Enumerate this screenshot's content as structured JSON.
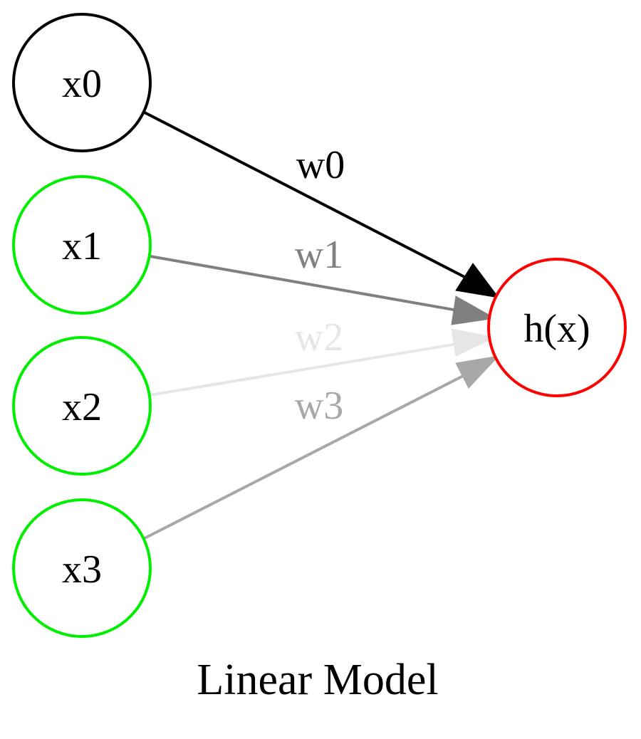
{
  "caption": "Linear Model",
  "nodes": {
    "x0": {
      "label": "x0",
      "stroke": "#000000"
    },
    "x1": {
      "label": "x1",
      "stroke": "#00ee00"
    },
    "x2": {
      "label": "x2",
      "stroke": "#00ee00"
    },
    "x3": {
      "label": "x3",
      "stroke": "#00ee00"
    },
    "h": {
      "label": "h(x)",
      "stroke": "#ff0000"
    }
  },
  "edges": {
    "w0": {
      "from": "x0",
      "to": "h(x)",
      "label": "w0",
      "color": "#000000"
    },
    "w1": {
      "from": "x1",
      "to": "h(x)",
      "label": "w1",
      "color": "#808080"
    },
    "w2": {
      "from": "x2",
      "to": "h(x)",
      "label": "w2",
      "color": "#e6e6e6"
    },
    "w3": {
      "from": "x3",
      "to": "h(x)",
      "label": "w3",
      "color": "#a8a8a8"
    }
  }
}
